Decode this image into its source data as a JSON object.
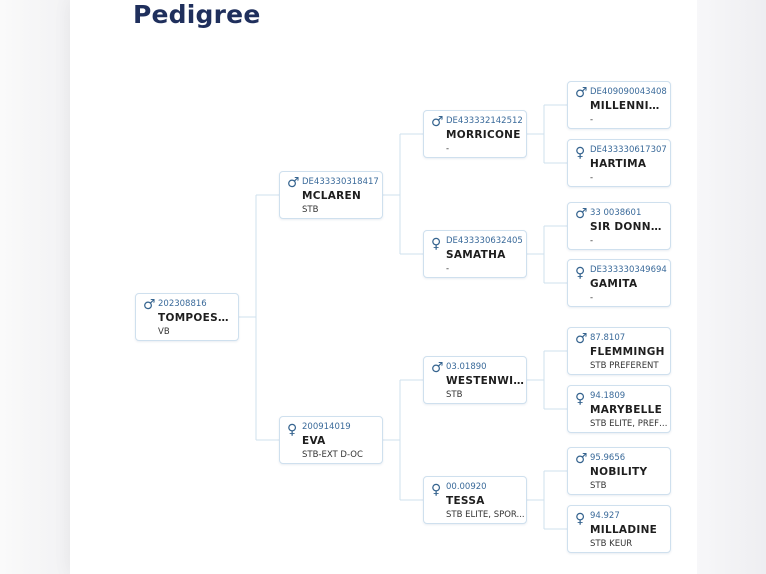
{
  "title": "Pedigree",
  "symbols": {
    "male": "♂",
    "female": "♀"
  },
  "colors": {
    "title": "#1f2f5c",
    "registration": "#3a6a9a",
    "connector": "#cfe0ee",
    "card_border": "#cfe0ee"
  },
  "horses": {
    "subject": {
      "sex": "male",
      "registration": "202308816",
      "name": "TOMPOESH ...",
      "breed": "VB"
    },
    "sire": {
      "sex": "male",
      "registration": "DE433330318417",
      "name": "MCLAREN",
      "breed": "STB"
    },
    "dam": {
      "sex": "female",
      "registration": "200914019",
      "name": "EVA",
      "breed": "STB-EXT D-OC"
    },
    "ss": {
      "sex": "male",
      "registration": "DE433332142512",
      "name": "MORRICONE",
      "breed": "-"
    },
    "sd": {
      "sex": "female",
      "registration": "DE433330632405",
      "name": "SAMATHA",
      "breed": "-"
    },
    "ds": {
      "sex": "male",
      "registration": "03.01890",
      "name": "WESTENWIND",
      "breed": "STB"
    },
    "dd": {
      "sex": "female",
      "registration": "00.00920",
      "name": "TESSA",
      "breed": "STB ELITE, SPOR..."
    },
    "sss": {
      "sex": "male",
      "registration": "DE409090043408",
      "name": "MILLENNIUM",
      "breed": "-"
    },
    "ssd": {
      "sex": "female",
      "registration": "DE433330617307",
      "name": "HARTIMA",
      "breed": "-"
    },
    "sds": {
      "sex": "male",
      "registration": "33 0038601",
      "name": "SIR DONNER...",
      "breed": "-"
    },
    "sdd": {
      "sex": "female",
      "registration": "DE333330349694",
      "name": "GAMITA",
      "breed": "-"
    },
    "dss": {
      "sex": "male",
      "registration": "87.8107",
      "name": "FLEMMINGH",
      "breed": "STB PREFERENT"
    },
    "dsd": {
      "sex": "female",
      "registration": "94.1809",
      "name": "MARYBELLE",
      "breed": "STB ELITE, PREFE..."
    },
    "dds": {
      "sex": "male",
      "registration": "95.9656",
      "name": "NOBILITY",
      "breed": "STB"
    },
    "ddd": {
      "sex": "female",
      "registration": "94.927",
      "name": "MILLADINE",
      "breed": "STB KEUR"
    }
  }
}
